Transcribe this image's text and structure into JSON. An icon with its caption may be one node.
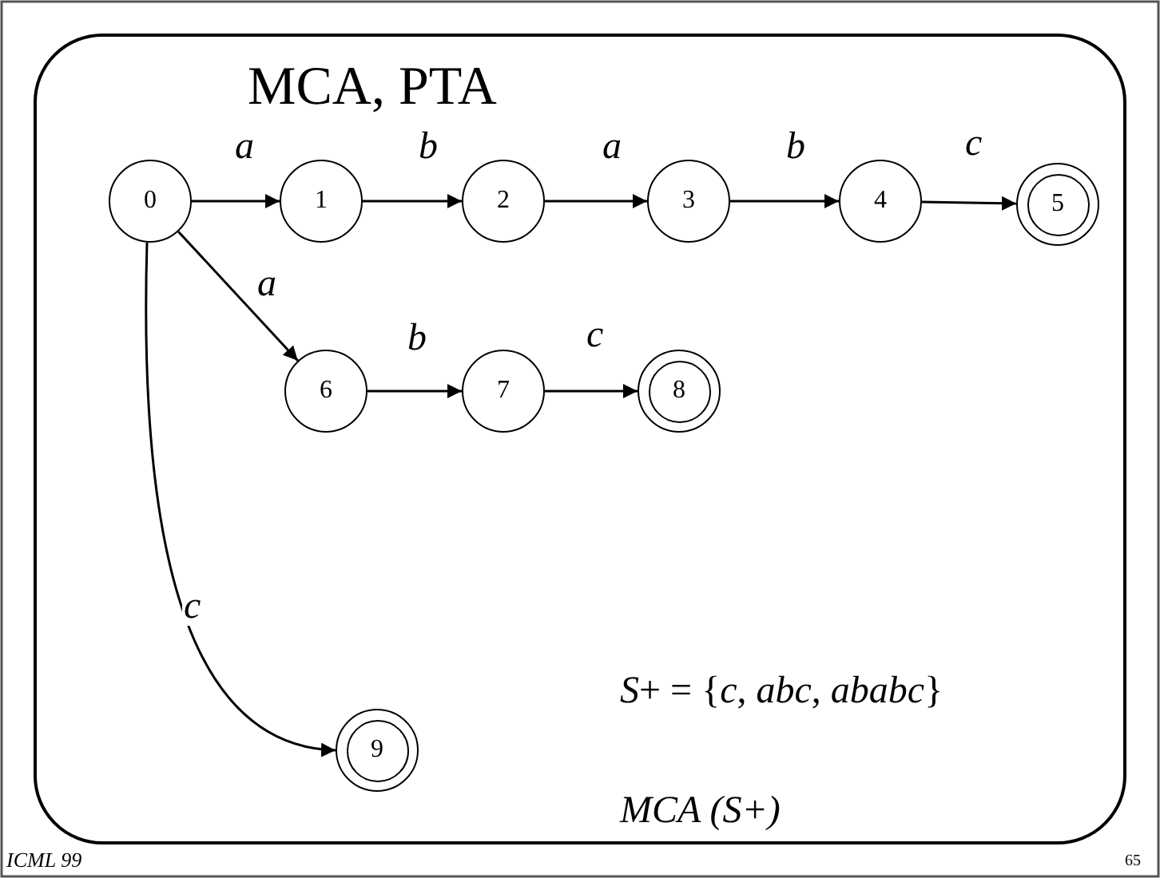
{
  "diagram": {
    "title": "MCA, PTA",
    "nodes": [
      {
        "text": [
          "0"
        ]
      },
      {
        "text": [
          "1"
        ]
      },
      {
        "text": [
          "2"
        ]
      },
      {
        "text": [
          "3"
        ]
      },
      {
        "text": [
          "4"
        ]
      },
      {
        "text": [
          "5"
        ]
      },
      {
        "text": [
          "6"
        ]
      },
      {
        "text": [
          "7"
        ]
      },
      {
        "text": [
          "8"
        ]
      },
      {
        "text": [
          "9"
        ]
      }
    ],
    "edges": [
      {
        "from": 0,
        "to": 1,
        "arrow": "to",
        "label": "a"
      },
      {
        "from": 1,
        "to": 2,
        "arrow": "to",
        "label": "b"
      },
      {
        "from": 2,
        "to": 3,
        "arrow": "to",
        "label": "a"
      },
      {
        "from": 3,
        "to": 4,
        "arrow": "to",
        "label": "b"
      },
      {
        "from": 4,
        "to": 5,
        "arrow": "to",
        "label": "c"
      },
      {
        "from": 0,
        "to": 6,
        "arrow": "to",
        "label": "a"
      },
      {
        "from": 6,
        "to": 7,
        "arrow": "to",
        "label": "b"
      },
      {
        "from": 7,
        "to": 8,
        "arrow": "to",
        "label": "c"
      },
      {
        "from": 0,
        "to": 9,
        "arrow": "to",
        "label": "c"
      }
    ],
    "labels": [
      "*S*+ = {*c*, *abc*, *ababc*}",
      "MCA (S+)",
      "ICML 99",
      "65"
    ]
  }
}
